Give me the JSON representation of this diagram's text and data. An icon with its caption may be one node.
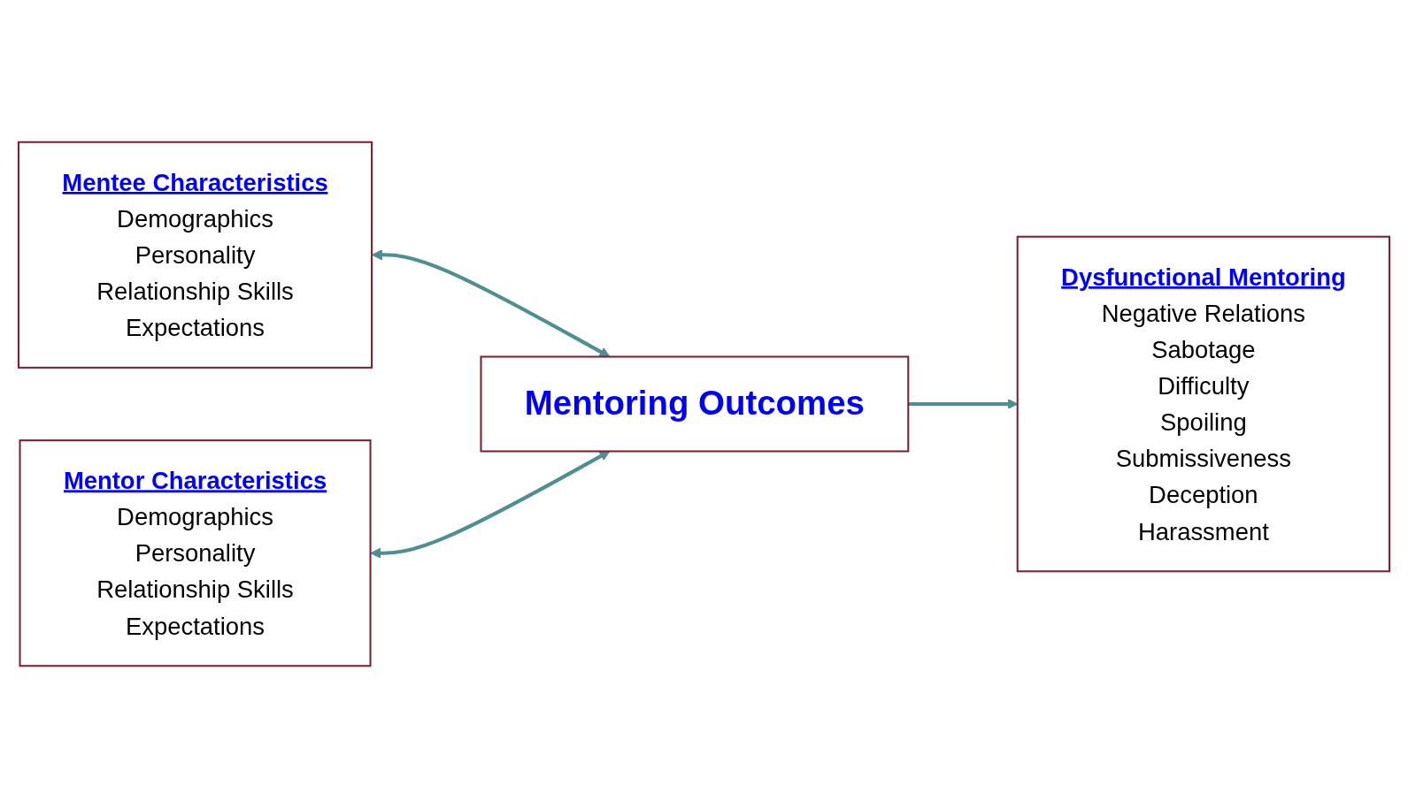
{
  "diagram": {
    "nodes": [
      {
        "text": [
          "Mentee Characteristics",
          "Demographics",
          "Personality",
          "Relationship Skills",
          "Expectations"
        ]
      },
      {
        "text": [
          "Mentor Characteristics",
          "Demographics",
          "Personality",
          "Relationship Skills",
          "Expectations"
        ]
      },
      {
        "text": [
          "Mentoring Outcomes"
        ]
      },
      {
        "text": [
          "Dysfunctional Mentoring",
          "Negative Relations",
          "Sabotage",
          "Difficulty",
          "Spoiling",
          "Submissiveness",
          "Deception",
          "Harassment"
        ]
      }
    ],
    "edges": [
      {
        "from": 0,
        "to": 2,
        "arrow": "both"
      },
      {
        "from": 1,
        "to": 2,
        "arrow": "both"
      },
      {
        "from": 2,
        "to": 3,
        "arrow": "to"
      }
    ]
  }
}
